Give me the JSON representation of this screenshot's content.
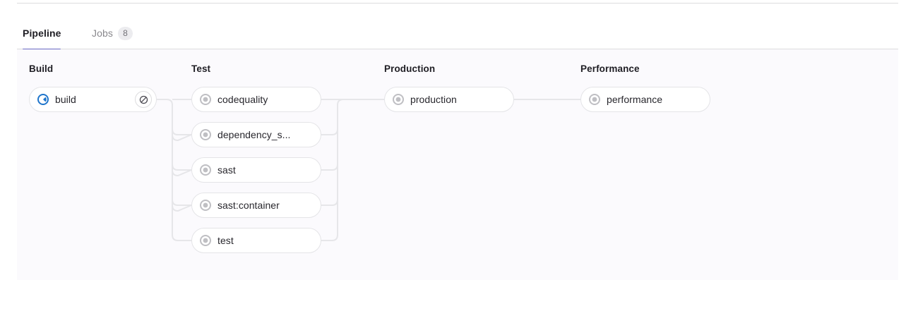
{
  "tabs": [
    {
      "label": "Pipeline",
      "active": true,
      "badge": null,
      "name": "tab-pipeline"
    },
    {
      "label": "Jobs",
      "active": false,
      "badge": "8",
      "name": "tab-jobs"
    }
  ],
  "pipeline": {
    "stages": [
      {
        "title": "Build",
        "jobs": [
          {
            "name": "build",
            "status": "running",
            "action": "cancel"
          }
        ]
      },
      {
        "title": "Test",
        "jobs": [
          {
            "name": "codequality",
            "status": "created",
            "action": null
          },
          {
            "name": "dependency_s...",
            "status": "created",
            "action": null
          },
          {
            "name": "sast",
            "status": "created",
            "action": null
          },
          {
            "name": "sast:container",
            "status": "created",
            "action": null
          },
          {
            "name": "test",
            "status": "created",
            "action": null
          }
        ]
      },
      {
        "title": "Production",
        "jobs": [
          {
            "name": "production",
            "status": "created",
            "action": null
          }
        ]
      },
      {
        "title": "Performance",
        "jobs": [
          {
            "name": "performance",
            "status": "created",
            "action": null
          }
        ]
      }
    ]
  },
  "colors": {
    "accent": "#6666c4",
    "running": "#1f75cb",
    "created": "#bfbfc3",
    "panel_bg": "#fbfafd",
    "link": "#e6e6e9",
    "text": "#1f1e24",
    "muted": "#89888d"
  },
  "icons": {
    "running": "status-running-icon",
    "created": "status-created-icon",
    "cancel": "cancel-icon"
  }
}
